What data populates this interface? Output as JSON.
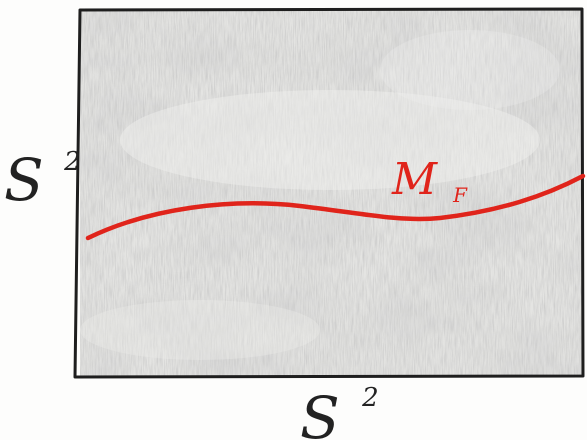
{
  "labels": {
    "left_space": {
      "base": "S",
      "exponent": "2"
    },
    "bottom_space": {
      "base": "S",
      "exponent": "2"
    },
    "curve": {
      "base": "M",
      "subscript": "F"
    }
  },
  "colors": {
    "frame": "#1e1e1e",
    "shading": "#a9a9a9",
    "curve": "#e0241b",
    "text": "#222222"
  }
}
